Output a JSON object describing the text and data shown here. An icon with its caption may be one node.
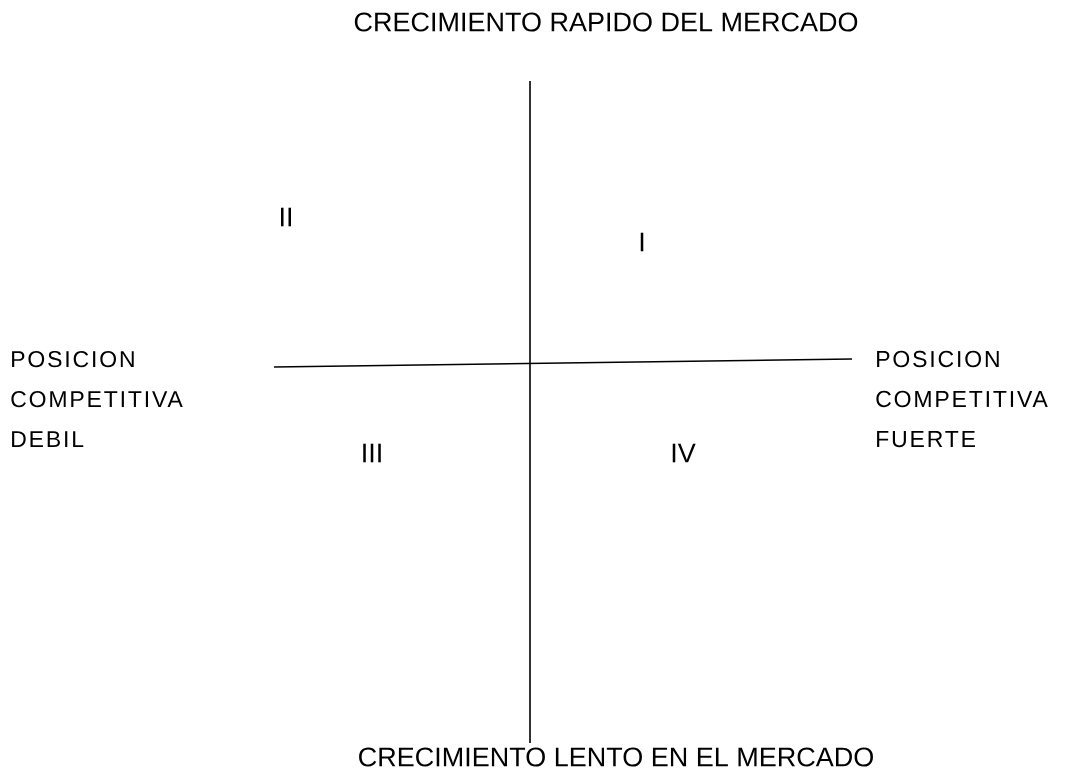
{
  "diagram": {
    "labels": [
      "CRECIMIENTO RAPIDO DEL MERCADO",
      "II",
      "I",
      "POSICION COMPETITIVA DEBIL",
      "POSICION COMPETITIVA FUERTE",
      "III",
      "IV",
      "CRECIMIENTO LENTO EN EL MERCADO"
    ]
  }
}
